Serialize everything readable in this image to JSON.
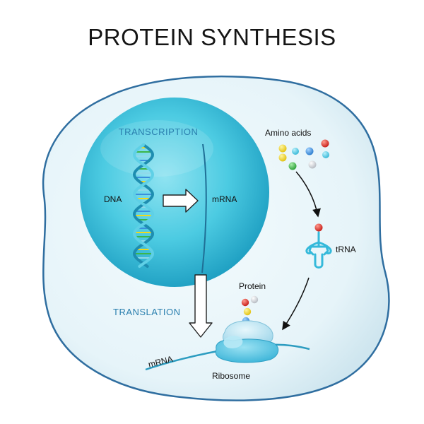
{
  "title": "PROTEIN SYNTHESIS",
  "labels": {
    "transcription": "TRANSCRIPTION",
    "dna": "DNA",
    "mrna_nucleus": "mRNA",
    "amino_acids": "Amino acids",
    "trna": "tRNA",
    "protein": "Protein",
    "translation": "TRANSLATION",
    "mrna_strand": "mRNA",
    "ribosome": "Ribosome"
  },
  "colors": {
    "cell_fill": "#ebf7fb",
    "cell_outline": "#2f6ea0",
    "nucleus": "#3cc3dc",
    "label_blue": "#2a7fae",
    "dna": "#2fa7c4",
    "bead_red": "#d9312b",
    "bead_yellow": "#f0d91e",
    "bead_blue": "#3b8fdc",
    "bead_green": "#3cb64a",
    "bead_grey": "#cfd3d8"
  }
}
